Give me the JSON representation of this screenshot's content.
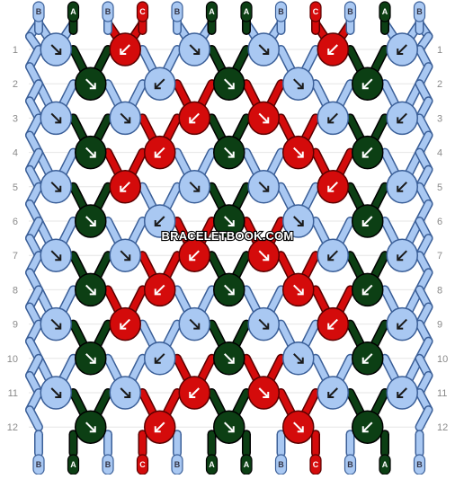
{
  "watermark": "BRACELETBOOK.COM",
  "colors": {
    "B": {
      "fill": "#a9c8f2",
      "stroke": "#3b5f98"
    },
    "A": {
      "fill": "#0c3f14",
      "stroke": "#000000"
    },
    "C": {
      "fill": "#d40b0b",
      "stroke": "#5a0000"
    }
  },
  "pattern": {
    "top_strands": [
      "B",
      "A",
      "B",
      "C",
      "B",
      "A",
      "A",
      "B",
      "C",
      "B",
      "A",
      "B"
    ],
    "bottom_strands": [
      "B",
      "A",
      "B",
      "C",
      "B",
      "A",
      "A",
      "B",
      "C",
      "B",
      "A",
      "B"
    ],
    "row_labels": [
      "1",
      "2",
      "3",
      "4",
      "5",
      "6",
      "7",
      "8",
      "9",
      "10",
      "11",
      "12"
    ],
    "rows": [
      {
        "knots": [
          {
            "c": "B",
            "arrow": "dr"
          },
          {
            "c": "C",
            "arrow": "dl"
          },
          {
            "c": "B",
            "arrow": "dr"
          },
          {
            "c": "B",
            "arrow": "dr"
          },
          {
            "c": "C",
            "arrow": "dl"
          },
          {
            "c": "B",
            "arrow": "dl"
          }
        ]
      },
      {
        "knots": [
          {
            "c": "A",
            "arrow": "dr"
          },
          {
            "c": "B",
            "arrow": "dl"
          },
          {
            "c": "A",
            "arrow": "dr"
          },
          {
            "c": "B",
            "arrow": "dr"
          },
          {
            "c": "A",
            "arrow": "dl"
          }
        ]
      },
      {
        "knots": [
          {
            "c": "B",
            "arrow": "dr"
          },
          {
            "c": "B",
            "arrow": "dr"
          },
          {
            "c": "C",
            "arrow": "dl"
          },
          {
            "c": "C",
            "arrow": "dr"
          },
          {
            "c": "B",
            "arrow": "dl"
          },
          {
            "c": "B",
            "arrow": "dl"
          }
        ]
      },
      {
        "knots": [
          {
            "c": "A",
            "arrow": "dr"
          },
          {
            "c": "C",
            "arrow": "dl"
          },
          {
            "c": "A",
            "arrow": "dr"
          },
          {
            "c": "C",
            "arrow": "dr"
          },
          {
            "c": "A",
            "arrow": "dl"
          }
        ]
      },
      {
        "knots": [
          {
            "c": "B",
            "arrow": "dr"
          },
          {
            "c": "C",
            "arrow": "dl"
          },
          {
            "c": "B",
            "arrow": "dr"
          },
          {
            "c": "B",
            "arrow": "dr"
          },
          {
            "c": "C",
            "arrow": "dl"
          },
          {
            "c": "B",
            "arrow": "dl"
          }
        ]
      },
      {
        "knots": [
          {
            "c": "A",
            "arrow": "dr"
          },
          {
            "c": "B",
            "arrow": "dl"
          },
          {
            "c": "A",
            "arrow": "dr"
          },
          {
            "c": "B",
            "arrow": "dr"
          },
          {
            "c": "A",
            "arrow": "dl"
          }
        ]
      },
      {
        "knots": [
          {
            "c": "B",
            "arrow": "dr"
          },
          {
            "c": "B",
            "arrow": "dr"
          },
          {
            "c": "C",
            "arrow": "dl"
          },
          {
            "c": "C",
            "arrow": "dr"
          },
          {
            "c": "B",
            "arrow": "dl"
          },
          {
            "c": "B",
            "arrow": "dl"
          }
        ]
      },
      {
        "knots": [
          {
            "c": "A",
            "arrow": "dr"
          },
          {
            "c": "C",
            "arrow": "dl"
          },
          {
            "c": "A",
            "arrow": "dr"
          },
          {
            "c": "C",
            "arrow": "dr"
          },
          {
            "c": "A",
            "arrow": "dl"
          }
        ]
      },
      {
        "knots": [
          {
            "c": "B",
            "arrow": "dr"
          },
          {
            "c": "C",
            "arrow": "dl"
          },
          {
            "c": "B",
            "arrow": "dr"
          },
          {
            "c": "B",
            "arrow": "dr"
          },
          {
            "c": "C",
            "arrow": "dl"
          },
          {
            "c": "B",
            "arrow": "dl"
          }
        ]
      },
      {
        "knots": [
          {
            "c": "A",
            "arrow": "dr"
          },
          {
            "c": "B",
            "arrow": "dl"
          },
          {
            "c": "A",
            "arrow": "dr"
          },
          {
            "c": "B",
            "arrow": "dr"
          },
          {
            "c": "A",
            "arrow": "dl"
          }
        ]
      },
      {
        "knots": [
          {
            "c": "B",
            "arrow": "dr"
          },
          {
            "c": "B",
            "arrow": "dr"
          },
          {
            "c": "C",
            "arrow": "dl"
          },
          {
            "c": "C",
            "arrow": "dr"
          },
          {
            "c": "B",
            "arrow": "dl"
          },
          {
            "c": "B",
            "arrow": "dl"
          }
        ]
      },
      {
        "knots": [
          {
            "c": "A",
            "arrow": "dr"
          },
          {
            "c": "C",
            "arrow": "dl"
          },
          {
            "c": "A",
            "arrow": "dr"
          },
          {
            "c": "C",
            "arrow": "dr"
          },
          {
            "c": "A",
            "arrow": "dl"
          }
        ]
      }
    ]
  }
}
